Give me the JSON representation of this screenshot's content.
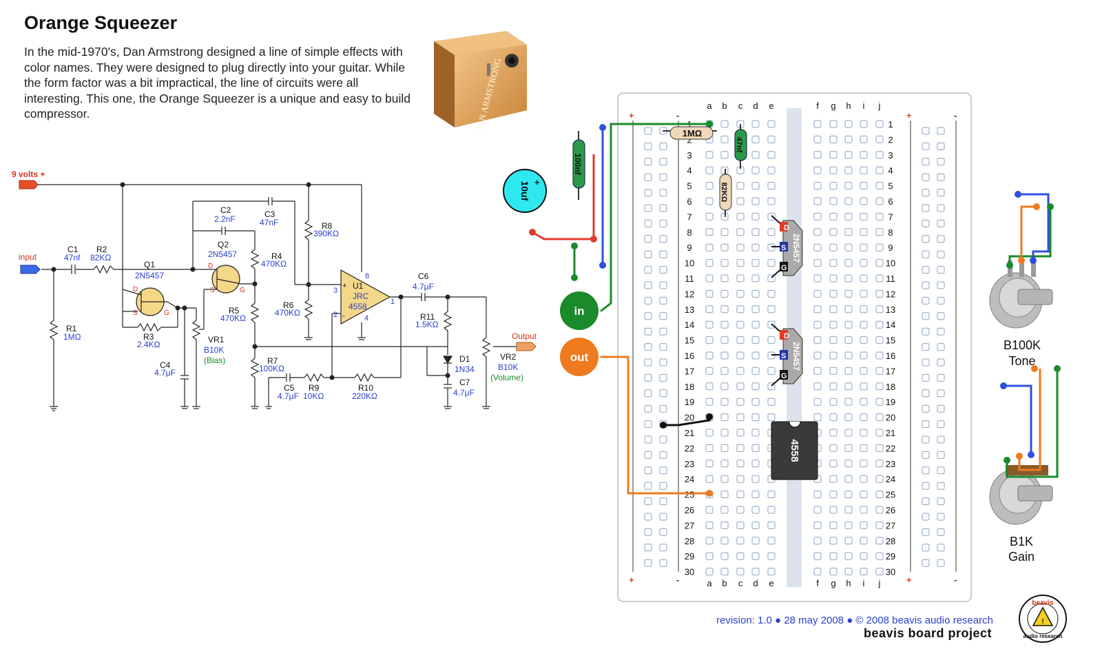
{
  "title": "Orange Squeezer",
  "intro": "In the mid-1970's, Dan Armstrong designed a line of simple effects with color names. They were designed to plug directly into your guitar. While the form factor was a bit impractical, the line of circuits were all interesting. This one, the Orange Squeezer is a unique and easy to build compressor.",
  "pedal": {
    "brand": "DAN ARMSTRONG",
    "body_color": "#e8a65a"
  },
  "schematic": {
    "supply_label": "9 volts +",
    "input_label": "input",
    "output_label": "Output",
    "components": {
      "C1": {
        "ref": "C1",
        "value": "47nf"
      },
      "R2": {
        "ref": "R2",
        "value": "82KΩ"
      },
      "R1": {
        "ref": "R1",
        "value": "1MΩ"
      },
      "Q1": {
        "ref": "Q1",
        "value": "2N5457"
      },
      "Q2": {
        "ref": "Q2",
        "value": "2N5457"
      },
      "R3": {
        "ref": "R3",
        "value": "2.4KΩ"
      },
      "C2": {
        "ref": "C2",
        "value": "2.2nF"
      },
      "C3": {
        "ref": "C3",
        "value": "47nF"
      },
      "R4": {
        "ref": "R4",
        "value": "470KΩ"
      },
      "R5": {
        "ref": "R5",
        "value": "470KΩ"
      },
      "VR1": {
        "ref": "VR1",
        "value": "B10K",
        "note": "(Bias)"
      },
      "C4": {
        "ref": "C4",
        "value": "4.7μF"
      },
      "R8": {
        "ref": "R8",
        "value": "390KΩ"
      },
      "R6": {
        "ref": "R6",
        "value": "470KΩ"
      },
      "U1": {
        "ref": "U1",
        "value1": "JRC",
        "value2": "4558"
      },
      "R7": {
        "ref": "R7",
        "value": "100KΩ"
      },
      "C5": {
        "ref": "C5",
        "value": "4.7μF"
      },
      "R9": {
        "ref": "R9",
        "value": "10KΩ"
      },
      "R10": {
        "ref": "R10",
        "value": "220KΩ"
      },
      "C6": {
        "ref": "C6",
        "value": "4.7μF"
      },
      "R11": {
        "ref": "R11",
        "value": "1.5KΩ"
      },
      "D1": {
        "ref": "D1",
        "value": "1N34"
      },
      "C7": {
        "ref": "C7",
        "value": "4.7μF"
      },
      "VR2": {
        "ref": "VR2",
        "value": "B10K",
        "note": "(Volume)"
      }
    },
    "pins": {
      "plus": "+",
      "minus": "-",
      "p3": "3",
      "p2": "2",
      "p1": "1",
      "p8": "8",
      "p4": "4",
      "d": "D",
      "s": "S",
      "g": "G"
    }
  },
  "breadboard": {
    "cols_left": [
      "a",
      "b",
      "c",
      "d",
      "e"
    ],
    "cols_right": [
      "f",
      "g",
      "h",
      "i",
      "j"
    ],
    "rows": [
      "1",
      "2",
      "3",
      "4",
      "5",
      "6",
      "7",
      "8",
      "9",
      "10",
      "11",
      "12",
      "13",
      "14",
      "15",
      "16",
      "17",
      "18",
      "19",
      "20",
      "21",
      "22",
      "23",
      "24",
      "25",
      "26",
      "27",
      "28",
      "29",
      "30"
    ],
    "rail_plus": "+",
    "rail_minus": "-",
    "cap_10uf": "10uf",
    "cap_10uf_pol": "+",
    "cap_100nf": "100nf",
    "res_1m": "1MΩ",
    "cap_47nf": "47nf",
    "res_82k": "82KΩ",
    "transistor_label": "2N5457",
    "pin_d": "D",
    "pin_s": "S",
    "pin_g": "G",
    "ic_label": "4558",
    "jack_in": "in",
    "jack_out": "out",
    "colors": {
      "in": "#1a8a2a",
      "out": "#f07a1e",
      "ic": "#3a3a3a",
      "wire_blue": "#2e4fe0",
      "wire_green": "#1a8a2a",
      "wire_red": "#e03a2a",
      "wire_orange": "#f07a1e"
    }
  },
  "pots": {
    "tone_value": "B100K",
    "tone_name": "Tone",
    "gain_value": "B1K",
    "gain_name": "Gain"
  },
  "footer": {
    "revision": "revision: 1.0",
    "date": "28 may 2008",
    "copyright": "© 2008 beavis audio research",
    "project": "beavis board project",
    "logo_top": "beavis",
    "logo_bottom": "audio research"
  }
}
